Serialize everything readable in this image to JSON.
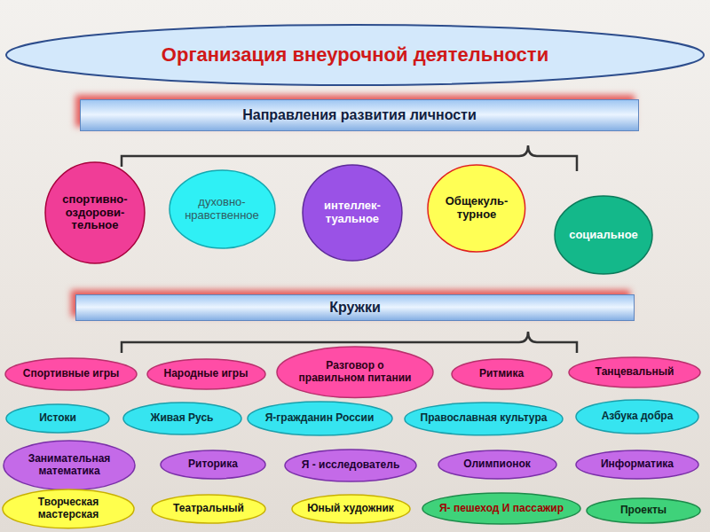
{
  "diagram": {
    "title": "Организация внеурочной деятельности",
    "nodes": [
      {
        "text": [
          "Направления развития личности"
        ]
      },
      {
        "text": [
          "спортивно-оздорови-тельное"
        ]
      },
      {
        "text": [
          "духовно-нравственное"
        ]
      },
      {
        "text": [
          "интеллек-туальное"
        ]
      },
      {
        "text": [
          "Общекуль-турное"
        ]
      },
      {
        "text": [
          "социальное"
        ]
      },
      {
        "text": [
          "Кружки"
        ]
      },
      {
        "text": [
          "Спортивные игры"
        ]
      },
      {
        "text": [
          "Народные игры"
        ]
      },
      {
        "text": [
          "Разговор о правильном питании"
        ]
      },
      {
        "text": [
          "Ритмика"
        ]
      },
      {
        "text": [
          "Танцевальный"
        ]
      },
      {
        "text": [
          "Истоки"
        ]
      },
      {
        "text": [
          "Живая Русь"
        ]
      },
      {
        "text": [
          "Я-гражданин России"
        ]
      },
      {
        "text": [
          "Православная культура"
        ]
      },
      {
        "text": [
          "Азбука добра"
        ]
      },
      {
        "text": [
          "Занимательная математика"
        ]
      },
      {
        "text": [
          "Риторика"
        ]
      },
      {
        "text": [
          "Я - исследователь"
        ]
      },
      {
        "text": [
          "Олимпионок"
        ]
      },
      {
        "text": [
          "Информатика"
        ]
      },
      {
        "text": [
          "Творческая мастерская"
        ]
      },
      {
        "text": [
          "Театральный"
        ]
      },
      {
        "text": [
          "Юный художник"
        ]
      },
      {
        "text": [
          "Я- пешеход И пассажир"
        ]
      },
      {
        "text": [
          "Проекты"
        ]
      }
    ]
  }
}
